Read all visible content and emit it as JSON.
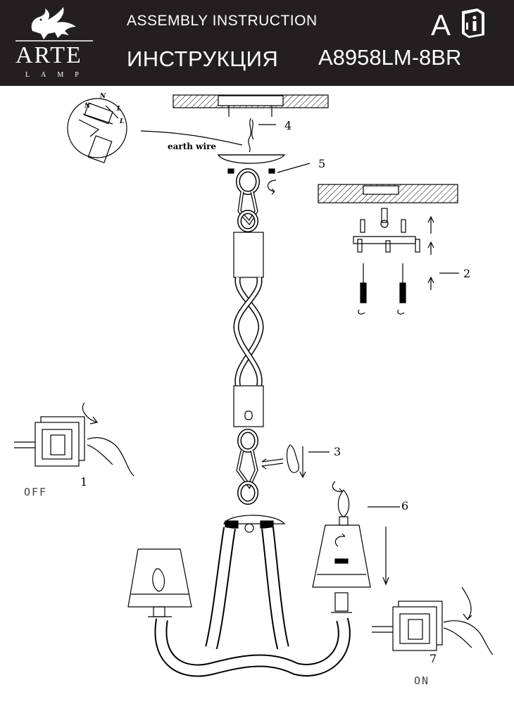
{
  "header": {
    "brand": "ARTE",
    "brand_sub": "LAMP",
    "title_en": "ASSEMBLY INSTRUCTION",
    "title_ru": "ИНСТРУКЦИЯ",
    "model": "A8958LM-8BR",
    "language_letter": "A",
    "info_book_icon": "book-info-icon",
    "logo_icon": "griffin-logo-icon"
  },
  "labels": {
    "earth_wire": "earth wire",
    "off": "OFF",
    "on": "ON",
    "step_1": "1",
    "step_2": "2",
    "step_3": "3",
    "step_4": "4",
    "step_5": "5",
    "step_6": "6",
    "step_7": "7",
    "wiring_N_1": "N",
    "wiring_N_2": "N",
    "wiring_L": "L",
    "wiring_L_2": "L"
  },
  "colors": {
    "header_bg": "#231f20",
    "header_text": "#ffffff",
    "line": "#000000"
  }
}
